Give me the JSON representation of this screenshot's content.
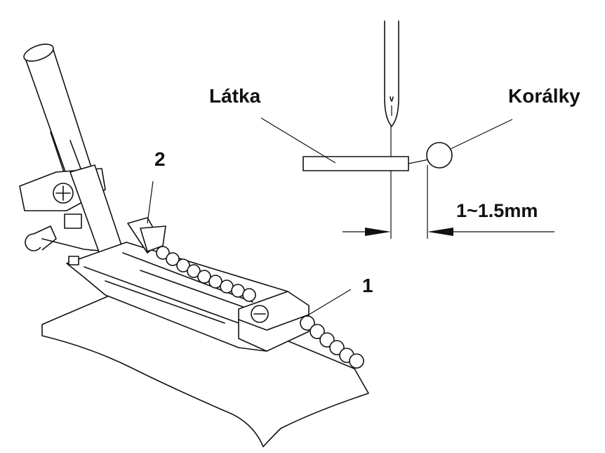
{
  "labels": {
    "fabric": "Látka",
    "beads": "Korálky",
    "gap": "1~1.5mm",
    "callout_1": "1",
    "callout_2": "2"
  }
}
